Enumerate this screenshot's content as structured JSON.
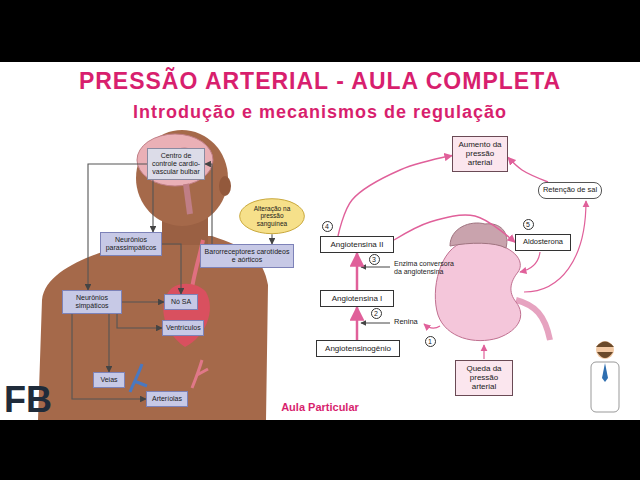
{
  "diagram": {
    "title": "PRESSÃO ARTERIAL - AULA COMPLETA",
    "nodes": [
      {
        "text": [
          "Centro de controle cardio-vascular bulbar"
        ]
      },
      {
        "text": [
          "Alteração na pressão sanguínea"
        ]
      },
      {
        "text": [
          "Neurônios parassimpáticos"
        ]
      },
      {
        "text": [
          "Barorreceptores carotídeos e aórticos"
        ]
      },
      {
        "text": [
          "Neurônios simpáticos"
        ]
      },
      {
        "text": [
          "Nó SA"
        ]
      },
      {
        "text": [
          "Ventrículos"
        ]
      },
      {
        "text": [
          "Veias"
        ]
      },
      {
        "text": [
          "Arteríolas"
        ]
      },
      {
        "text": [
          "Aumento da pressão arterial"
        ]
      },
      {
        "text": [
          "Retenção de sal"
        ]
      },
      {
        "text": [
          "Angiotensina II"
        ]
      },
      {
        "text": [
          "Aldosterona"
        ]
      },
      {
        "text": [
          "Angiotensina I"
        ]
      },
      {
        "text": [
          "Angiotensinogênio"
        ]
      },
      {
        "text": [
          "Queda da pressão arterial"
        ]
      }
    ],
    "edges": [
      {
        "from": 3,
        "to": 0,
        "arrow": "to"
      },
      {
        "from": 1,
        "to": 3,
        "arrow": "to"
      },
      {
        "from": 0,
        "to": 2,
        "arrow": "to"
      },
      {
        "from": 0,
        "to": 4,
        "arrow": "to"
      },
      {
        "from": 2,
        "to": 5,
        "arrow": "to"
      },
      {
        "from": 4,
        "to": 5,
        "arrow": "to"
      },
      {
        "from": 4,
        "to": 6,
        "arrow": "to"
      },
      {
        "from": 4,
        "to": 7,
        "arrow": "to"
      },
      {
        "from": 4,
        "to": 8,
        "arrow": "to"
      },
      {
        "from": 14,
        "to": 13,
        "arrow": "to"
      },
      {
        "from": 13,
        "to": 11,
        "arrow": "to"
      },
      {
        "from": 11,
        "to": 9,
        "arrow": "to"
      },
      {
        "from": 11,
        "to": 12,
        "arrow": "to"
      },
      {
        "from": 10,
        "to": 9,
        "arrow": "to"
      }
    ],
    "labels": [
      "Introdução e mecanismos de regulação",
      "4",
      "3",
      "Enzima conversora da angiotensina",
      "2",
      "Renina",
      "1",
      "5",
      "Aula Particular",
      "FB"
    ]
  }
}
